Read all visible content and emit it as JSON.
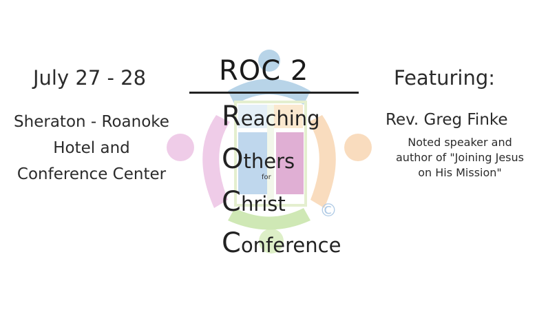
{
  "event": {
    "dates": "July 27 - 28",
    "venue_line1": "Sheraton - Roanoke",
    "venue_line2": "Hotel and",
    "venue_line3": "Conference Center"
  },
  "title": "ROC 2",
  "acronym": [
    {
      "initial": "R",
      "rest": "eaching"
    },
    {
      "initial": "O",
      "rest": "thers"
    },
    {
      "initial": "C",
      "rest": "hrist"
    },
    {
      "initial": "C",
      "rest": "onference"
    }
  ],
  "acronym_small": "for",
  "featuring": {
    "heading": "Featuring:",
    "speaker": "Rev. Greg Finke",
    "desc_line1": "Noted speaker and",
    "desc_line2": "author of \"Joining Jesus",
    "desc_line3": "on His Mission\""
  },
  "logo": {
    "mark": "©",
    "colors": {
      "blue": "#7fb1d6",
      "pink": "#e3a3d6",
      "orange": "#f5c08a",
      "green": "#a9d67a",
      "purple": "#9a6cc0"
    }
  }
}
